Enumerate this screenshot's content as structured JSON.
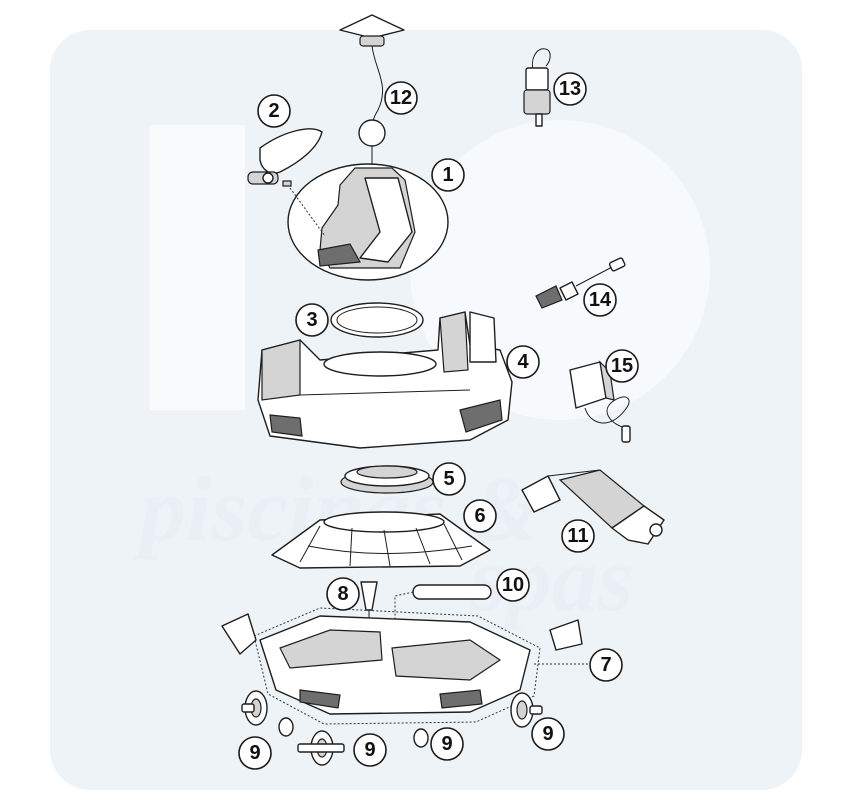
{
  "watermark": {
    "line1": "piscinas &",
    "line2": "spas"
  },
  "callouts": [
    {
      "id": "1",
      "label": "1"
    },
    {
      "id": "2",
      "label": "2"
    },
    {
      "id": "3",
      "label": "3"
    },
    {
      "id": "4",
      "label": "4"
    },
    {
      "id": "5",
      "label": "5"
    },
    {
      "id": "6",
      "label": "6"
    },
    {
      "id": "7",
      "label": "7"
    },
    {
      "id": "8",
      "label": "8"
    },
    {
      "id": "9a",
      "label": "9"
    },
    {
      "id": "9b",
      "label": "9"
    },
    {
      "id": "9c",
      "label": "9"
    },
    {
      "id": "9d",
      "label": "9"
    },
    {
      "id": "10",
      "label": "10"
    },
    {
      "id": "11",
      "label": "11"
    },
    {
      "id": "12",
      "label": "12"
    },
    {
      "id": "13",
      "label": "13"
    },
    {
      "id": "14",
      "label": "14"
    },
    {
      "id": "15",
      "label": "15"
    }
  ]
}
